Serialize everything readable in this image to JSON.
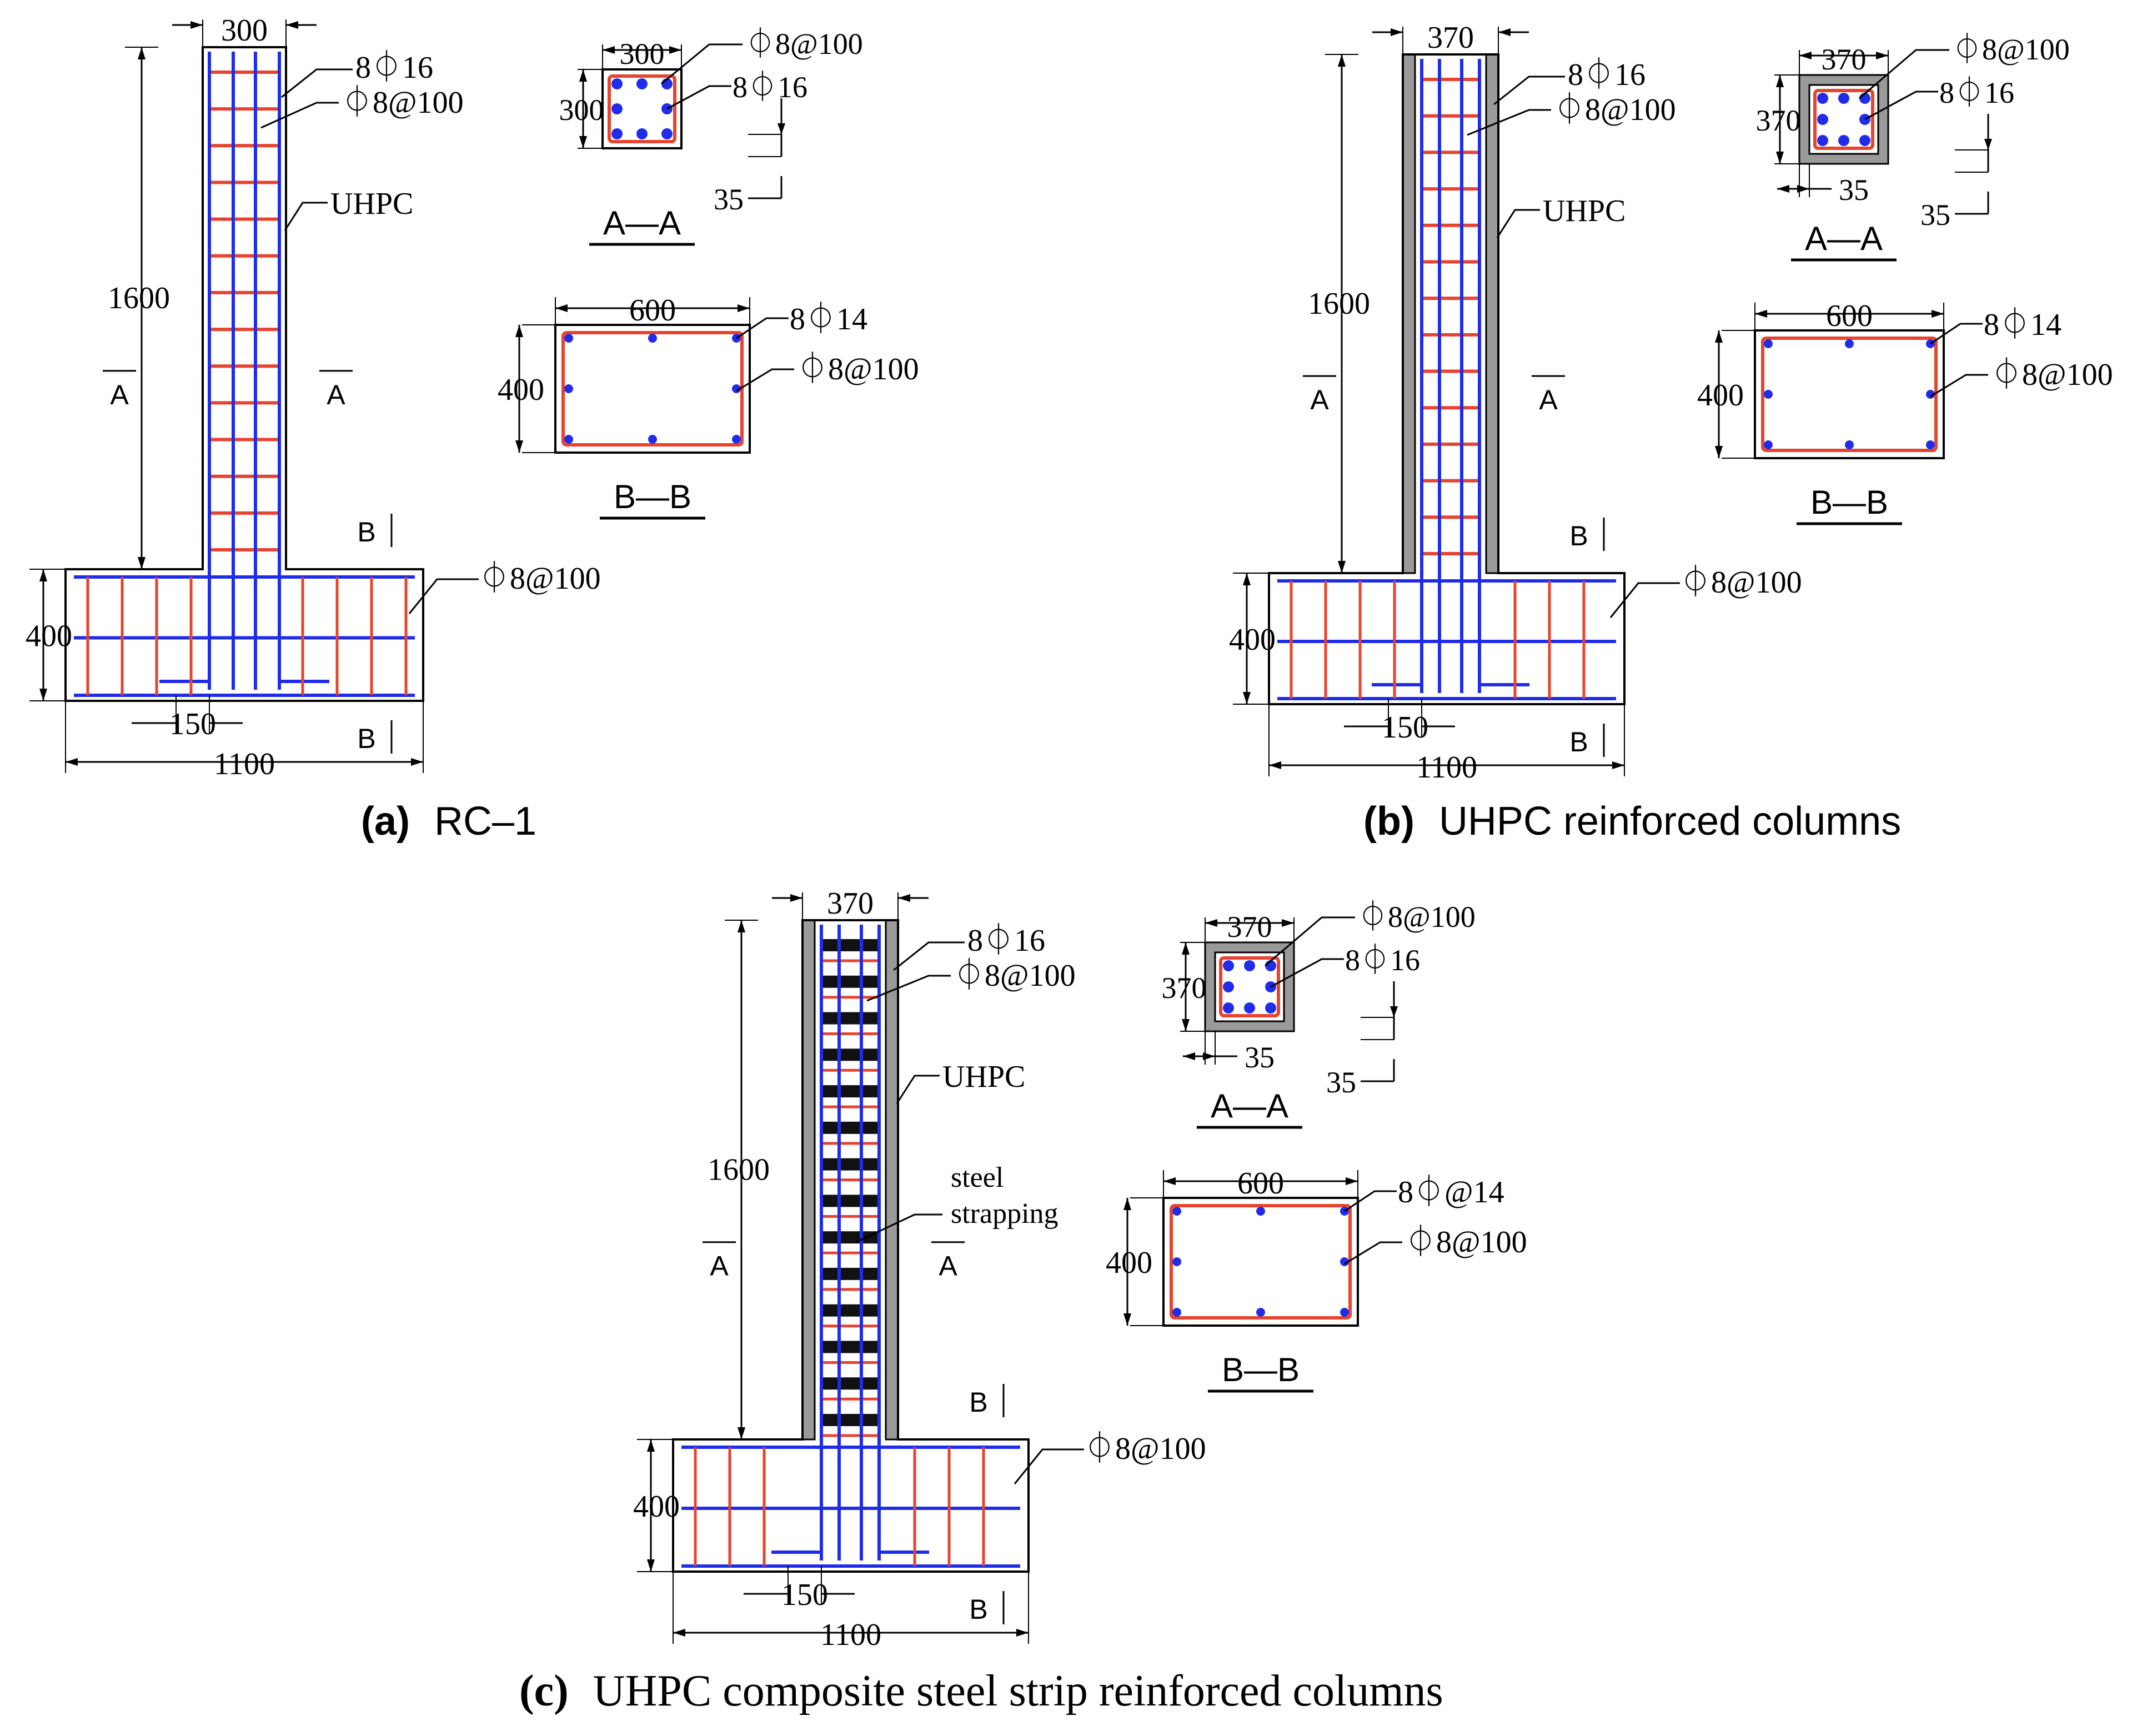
{
  "colors": {
    "stirrup": "#e8432c",
    "longitudinal": "#1f2dea",
    "concrete_outline": "#000000",
    "uhpc_jacket": "#9a9a9a",
    "steel_strap": "#111111"
  },
  "panels": [
    {
      "id": "a",
      "caption_letter": "(a)",
      "caption_text": "RC–1",
      "column_width": "300",
      "column_height": "1600",
      "rebar_label": "8⏀16",
      "stirrup_label": "⏀8@100",
      "material_label": "UHPC",
      "section_a": {
        "name": "A—A",
        "mark": "A",
        "width": "300",
        "height": "300",
        "stirrup": "⏀8@100",
        "rebar": "8⏀16",
        "cover": "35"
      },
      "section_b": {
        "name": "B—B",
        "mark": "B",
        "width": "600",
        "height": "400",
        "rebar": "8⏀14",
        "stirrup": "⏀8@100"
      },
      "base": {
        "height": "400",
        "width": "1100",
        "offset": "150",
        "stirrup": "⏀8@100"
      }
    },
    {
      "id": "b",
      "caption_letter": "(b)",
      "caption_text": "UHPC reinforced columns",
      "column_width": "370",
      "column_height": "1600",
      "rebar_label": "8⏀16",
      "stirrup_label": "⏀8@100",
      "material_label": "UHPC",
      "section_a": {
        "name": "A—A",
        "mark": "A",
        "width": "370",
        "height": "370",
        "stirrup": "⏀8@100",
        "rebar": "8⏀16",
        "cover": "35",
        "cover2": "35"
      },
      "section_b": {
        "name": "B—B",
        "mark": "B",
        "width": "600",
        "height": "400",
        "rebar": "8⏀14",
        "stirrup": "⏀8@100"
      },
      "base": {
        "height": "400",
        "width": "1100",
        "offset": "150",
        "stirrup": "⏀8@100"
      }
    },
    {
      "id": "c",
      "caption_letter": "(c)",
      "caption_text": "UHPC composite steel strip reinforced columns",
      "column_width": "370",
      "column_height": "1600",
      "rebar_label": "8⏀16",
      "stirrup_label": "⏀8@100",
      "material_label": "UHPC",
      "strap_label_1": "steel",
      "strap_label_2": "strapping",
      "section_a": {
        "name": "A—A",
        "mark": "A",
        "width": "370",
        "height": "370",
        "stirrup": "⏀8@100",
        "rebar": "8⏀16",
        "cover": "35",
        "cover2": "35"
      },
      "section_b": {
        "name": "B—B",
        "mark": "B",
        "width": "600",
        "height": "400",
        "rebar": "8⏀@14",
        "stirrup": "⏀8@100"
      },
      "base": {
        "height": "400",
        "width": "1100",
        "offset": "150",
        "stirrup": "⏀8@100"
      }
    }
  ]
}
